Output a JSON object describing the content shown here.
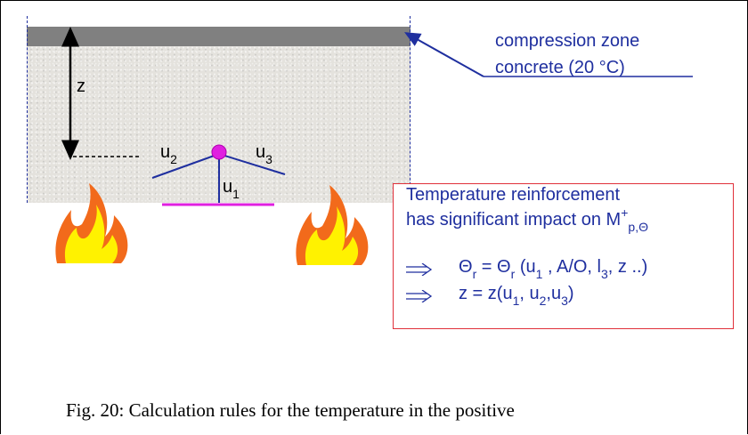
{
  "dimension": {
    "z": "z"
  },
  "displacements": {
    "u1": "u",
    "u1_sub": "1",
    "u2": "u",
    "u2_sub": "2",
    "u3": "u",
    "u3_sub": "3"
  },
  "callout": {
    "line1": "compression zone",
    "line2": "concrete (20 °C)"
  },
  "info": {
    "line1": "Temperature reinforcement",
    "line2": "has significant impact on M",
    "line2_sup": "+",
    "line2_sub": "p,Θ",
    "eq1": {
      "a": "Θ",
      "a_sub": "r",
      "b": " = Θ",
      "b_sub": "r",
      "c": " (u",
      "c_sub": "1",
      "d": " , A/O, l",
      "d_sub": "3",
      "e": ", z ..)"
    },
    "eq2": {
      "a": "z   = z(u",
      "a_sub": "1",
      "b": ", u",
      "b_sub": "2",
      "c": ",u",
      "c_sub": "3",
      "d": ")"
    }
  },
  "caption": "Fig. 20:    Calculation rules for the temperature in the positive",
  "colors": {
    "concrete": "#e4e2dd",
    "compression_zone": "#808080",
    "dashes": "#1f2f9f",
    "text_blue": "#1f2f9f",
    "box_border": "#e0303a",
    "rebar": "#e020e0",
    "flame_outer": "#f26a1b",
    "flame_inner": "#fff200"
  }
}
